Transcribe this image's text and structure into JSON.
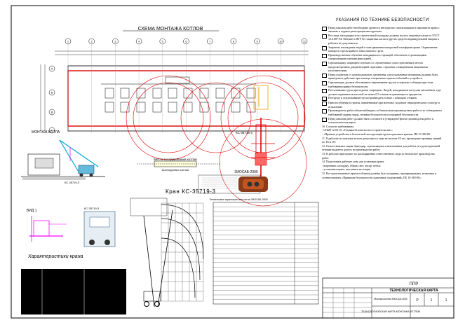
{
  "plan": {
    "title": "СХЕМА МОНТАЖА КОТЛОВ",
    "column_markers": [
      "1",
      "2",
      "3",
      "4",
      "5",
      "6",
      "7",
      "8",
      "9",
      "10",
      "11"
    ],
    "row_markers": [
      "А",
      "Б",
      "В",
      "Г"
    ],
    "crane_label": "КС-35719-3",
    "storage_label": "Место складирования котлов",
    "storage_sublabel": "монтируемых котлов"
  },
  "section": {
    "title": "МОНТАЖ КОТЛА",
    "crane_label": "КС-35719-3"
  },
  "crane_view": {
    "title": "ВИД 1",
    "label": "КС-35719-3"
  },
  "characteristics_title": "Характеристики крана",
  "crane_title": "Кран КС-35719-3",
  "boiler": {
    "title": "ЗИОСАБ-2000"
  },
  "spec_table": {
    "title": "Технические характеристики котла ЗИОСАБ-2000"
  },
  "notes": {
    "title": "УКАЗАНИЯ ПО ТЕХНИКЕ БЕЗОПАСНОСТИ",
    "items": [
      "Перед началом работ необходимо провести инструктаж стропальщиков и машиниста крана с записью в журнал регистрации инструктажа.",
      "Все лица, находящиеся на строительной площадке должны носить защитные каски по ГОСТ 12.4.087-84. Рабочие и ИТР без защитных касок и других средств индивидуальной защиты к работам не допускаются.",
      "Запретить нахождение людей в зоне движения поворотной платформы крана. Ограничение поворота стрелы крана и зоны опасного груза.",
      "Производственное обучение находящихся в строящей, обеспечить стропальщиков специальными ключами фиксацией.",
      "Стропальщику запрещено спускать со строительных схем стропления в местах предусмотренных документацией строповки, стропами, оснащенными защитными уплотнителями.",
      "Перед подъемом от грузоподъемного механизма, грузоподъемные механизмы должны быть приведены в действие при помощи специальных приспособлений и устройств.",
      "Стропальщик должен обеспечивать перемещение грузов осторожно соблюдая при этом требования правил безопасности.",
      "Растаскивание груза при подъеме запрещено. Людей, находящихся на кузове автомобиля, груз должен подниматься высотой не менее 0,5 м выше встречающихся предметов.",
      "Раструску и подтаскивание груза производить только с помощью оттяжек.",
      "Приспособления и стропы, применяемые при монтаже, подлежат периодическому осмотру и испытанию.",
      "Производитель работ обязан наблюдать за безопасным производством работ и за соблюдением требований охраны труда, техники безопасности и пожарной безопасности.",
      "Перед началом работ должен быть составлен и утвержден Проект производства работ и технологическая карта."
    ],
    "extra_title": "10. Согласно требованиям:",
    "extra": [
      "- СНиП 12-03-01 «Техника безопасности в строительстве»;",
      "- «Правила устройства и безопасной эксплуатации грузоподъемных кранов» ПБ 10-382-00",
      "11. К работам по монтажу котлов допускаются лица не моложе 18 лет, прошедшие проверку знаний по ТБ и ОТ.",
      "12. Ответственным лицам, бригадир, стропальщики и монтажники для работы на грузоподъемной технике выдается допуск на производство работ.",
      "13. К работам приступают по распоряжению ответственного лица за безопасное производство работ.",
      "14. Подготовить рабочую зону для установки крана:",
      "- выровнять площадку, убрать снег, мусор, ветки;",
      "- установить крана, выставить на опоры;",
      "15. Все грузозахватные приспособления должны быть исправны, промаркированы, испытаны и соответствовать «Правилам безопасности подъемных сооружений» ПБ 10-382-00»."
    ]
  },
  "title_block": {
    "code": "ППР",
    "sheet_title": "ТЕХНОЛОГИЧЕСКАЯ КАРТА",
    "description": "Монтаж котлов ЗИОСАБ-2000",
    "stage": "Р",
    "sheet": "1",
    "sheets": "1",
    "drawing_name": "ТЕХНОЛОГИЧЕСКАЯ КАРТА МОНТАЖА КОТЛОВ"
  }
}
